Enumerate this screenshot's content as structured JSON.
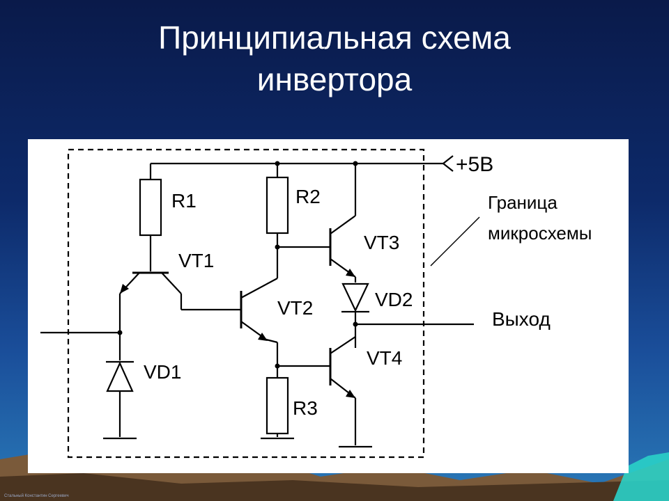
{
  "title": {
    "line1": "Принципиальная схема",
    "line2": "инвертора"
  },
  "schematic": {
    "supply_label": "+5В",
    "boundary_label_1": "Граница",
    "boundary_label_2": "микросхемы",
    "output_label": "Выход",
    "components": {
      "r1": "R1",
      "r2": "R2",
      "r3": "R3",
      "vt1": "VT1",
      "vt2": "VT2",
      "vt3": "VT3",
      "vt4": "VT4",
      "vd1": "VD1",
      "vd2": "VD2"
    }
  },
  "footer": "Стальный Константин Сергеевич",
  "colors": {
    "background_top": "#0a1a4a",
    "background_bottom": "#2a7ab8",
    "title": "#ffffff",
    "schematic_line": "#000000",
    "panel": "#ffffff"
  }
}
